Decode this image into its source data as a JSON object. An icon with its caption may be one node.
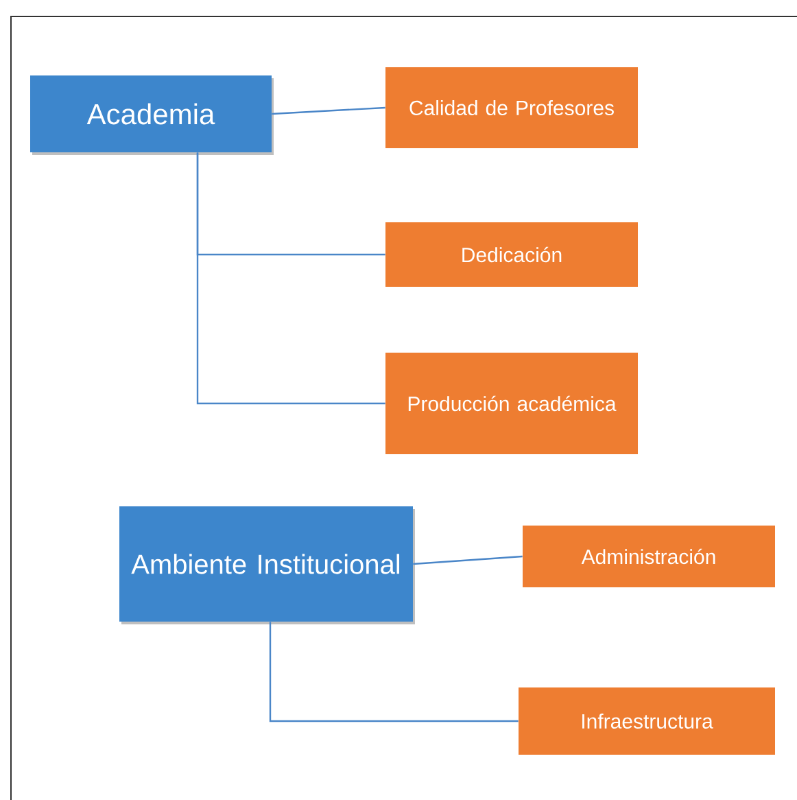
{
  "diagram": {
    "nodes": [
      {
        "text": [
          "Academia"
        ]
      },
      {
        "text": [
          "Calidad de Profesores"
        ]
      },
      {
        "text": [
          "Dedicación"
        ]
      },
      {
        "text": [
          "Producción académica"
        ]
      },
      {
        "text": [
          "Ambiente Institucional"
        ]
      },
      {
        "text": [
          "Administración"
        ]
      },
      {
        "text": [
          "Infraestructura"
        ]
      }
    ],
    "edges": [
      {
        "from": 0,
        "to": 1,
        "arrow": "none"
      },
      {
        "from": 0,
        "to": 2,
        "arrow": "none"
      },
      {
        "from": 0,
        "to": 3,
        "arrow": "none"
      },
      {
        "from": 4,
        "to": 5,
        "arrow": "none"
      },
      {
        "from": 4,
        "to": 6,
        "arrow": "none"
      }
    ]
  }
}
